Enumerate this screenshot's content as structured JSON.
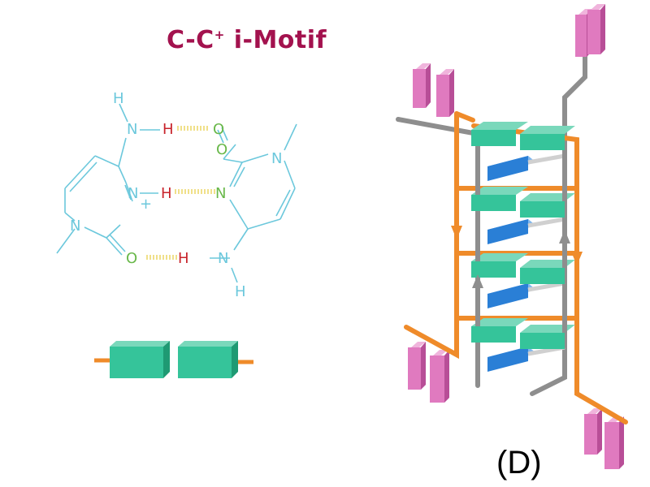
{
  "title": {
    "text": "C-C",
    "superscript": "+",
    "suffix": " i-Motif",
    "color": "#a3124e"
  },
  "structure": {
    "atoms": {
      "h_top_left": "H",
      "n_top_left": "N",
      "h_donor_1": "H",
      "o_acceptor_1": "O",
      "n_ring_left": "N",
      "plus": "+",
      "h_donor_2": "H",
      "n_acceptor_2": "N",
      "n_lower_left": "N",
      "o_lower_left": "O",
      "h_donor_3": "H",
      "n_amino_right": "N",
      "h_bottom_right": "H",
      "o_top_right": "O",
      "n_top_right": "N"
    },
    "colors": {
      "bond": "#6cc8dc",
      "hydrogen": "#c8242c",
      "oxygen": "#69b84a",
      "hbond": "#f0e08a"
    }
  },
  "panel_label": "(D)",
  "colors": {
    "strand_orange": "#ef8b2a",
    "strand_gray": "#8e8e8e",
    "base_green": "#35c49a",
    "base_blue": "#2a7fd6",
    "end_pink": "#e07abf"
  }
}
